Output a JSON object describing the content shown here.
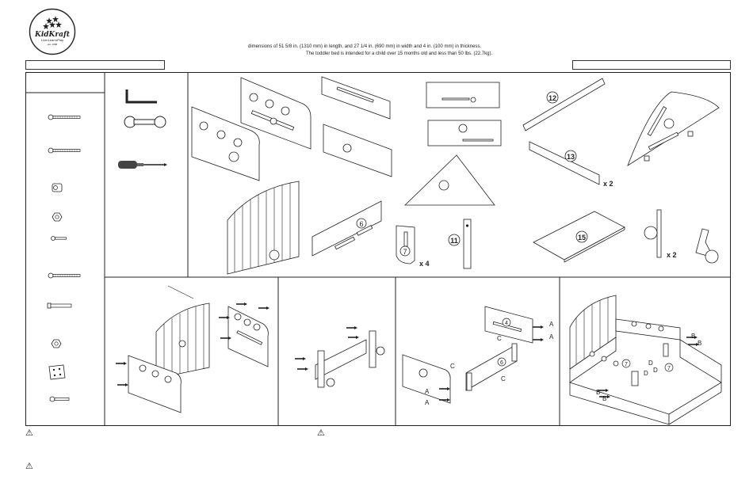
{
  "brand": {
    "name": "KidKraft",
    "tagline": "Live•Learn•Play",
    "established": "est. 1968"
  },
  "intro": {
    "line1": "dimensions of 51 5/8 in. (1310 mm) in length, and 27 1/4 in. (690 mm) in width and 4 in. (100 mm) in thickness.",
    "line2": "The toddler bed is intended for a child over 15 months old and less than 50 lbs. (22.7kg)."
  },
  "parts_labels": {
    "p6": "6",
    "p7": "7",
    "p7_qty": "x 4",
    "p11": "11",
    "p12": "12",
    "p13": "13",
    "p13_qty": "x 2",
    "p15": "15",
    "post_qty": "x 2"
  },
  "step_labels": {
    "step3_a": "A",
    "step3_a2": "A",
    "step3_c": "C",
    "step3_c2": "C",
    "step3_c3": "C",
    "step3_a3": "A",
    "step3_a4": "A",
    "step3_p4": "4",
    "step3_p6": "6",
    "step4_b": "B",
    "step4_b2": "B",
    "step4_b3": "B",
    "step4_b4": "B",
    "step4_d": "D",
    "step4_d2": "D",
    "step4_d3": "D",
    "step4_p7": "7",
    "step4_p7b": "7"
  },
  "warnings": {
    "w1": "⚠",
    "w2": "⚠",
    "w3": "⚠"
  },
  "icons": [
    "hex-key-icon",
    "wrench-icon",
    "screwdriver-icon",
    "warning-icon",
    "kidkraft-logo"
  ]
}
